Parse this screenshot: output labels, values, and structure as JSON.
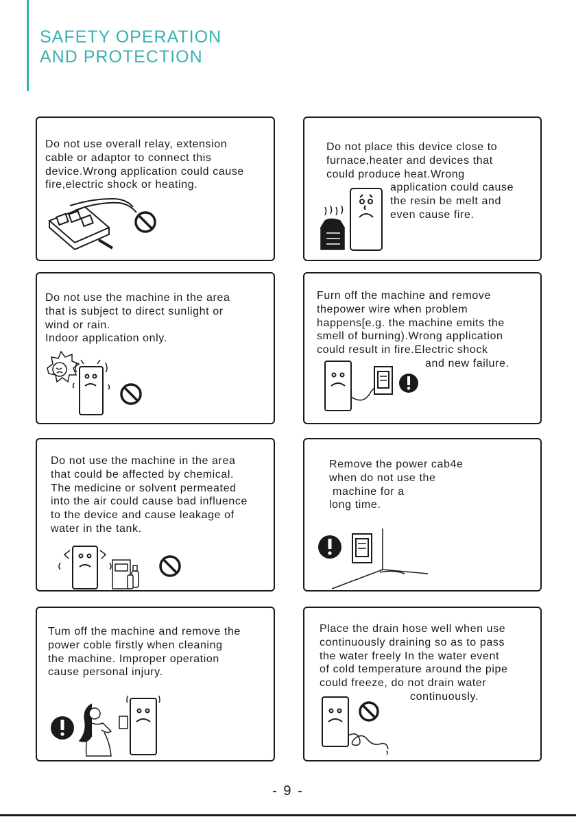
{
  "header": {
    "title_line1": "SAFETY OPERATION",
    "title_line2": "AND PROTECTION"
  },
  "cards": [
    {
      "lines": [
        "Do not use overall relay, extension",
        "cable or adaptor to connect this",
        "device.Wrong application could cause",
        "fire,electric shock or heating."
      ],
      "icons": [
        "power-strip-icon",
        "prohibition-icon"
      ]
    },
    {
      "lines": [
        "Do not place this device close to",
        "furnace,heater and devices that",
        "could produce heat.Wrong",
        "application could cause",
        "the resin be melt and",
        "even cause fire."
      ],
      "icons": [
        "heater-icon",
        "dehumidifier-icon"
      ]
    },
    {
      "lines": [
        "Do not use the machine in the area",
        "that is subject to direct sunlight or",
        "wind or rain.",
        "Indoor application only."
      ],
      "icons": [
        "sun-icon",
        "dehumidifier-icon",
        "prohibition-icon"
      ]
    },
    {
      "lines": [
        "Furn off the machine and remove",
        "thepower wire when problem",
        "happens[e.g. the machine emits the",
        "smell of burning).Wrong application",
        "could result in fire.Electric shock",
        "and new failure."
      ],
      "icons": [
        "dehumidifier-icon",
        "wall-outlet-icon",
        "warning-icon"
      ]
    },
    {
      "lines": [
        "Do not use the machine in the area",
        "that could be affected by chemical.",
        "The medicine or solvent permeated",
        "into the air could cause bad influence",
        "to the device and cause leakage of",
        "water in the tank."
      ],
      "icons": [
        "dehumidifier-icon",
        "chemical-bottles-icon",
        "prohibition-icon"
      ]
    },
    {
      "lines": [
        "Remove the power cab4e",
        "when do not use the",
        " machine for a",
        "long time."
      ],
      "icons": [
        "warning-icon",
        "wall-outlet-icon"
      ]
    },
    {
      "lines": [
        "Tum off the machine and remove the",
        "power coble firstly when cleaning",
        "the machine. Improper operation",
        "cause personal injury."
      ],
      "icons": [
        "warning-icon",
        "woman-icon",
        "dehumidifier-icon"
      ]
    },
    {
      "lines": [
        "Place the drain hose well when use",
        "continuously draining so as to pass",
        "the water freely In the water event",
        "of cold temperature around the pipe",
        "could freeze, do not drain water",
        "continuously."
      ],
      "icons": [
        "dehumidifier-icon",
        "prohibition-icon",
        "drain-hose-icon"
      ]
    }
  ],
  "footer": {
    "page_number": "- 9 -"
  }
}
